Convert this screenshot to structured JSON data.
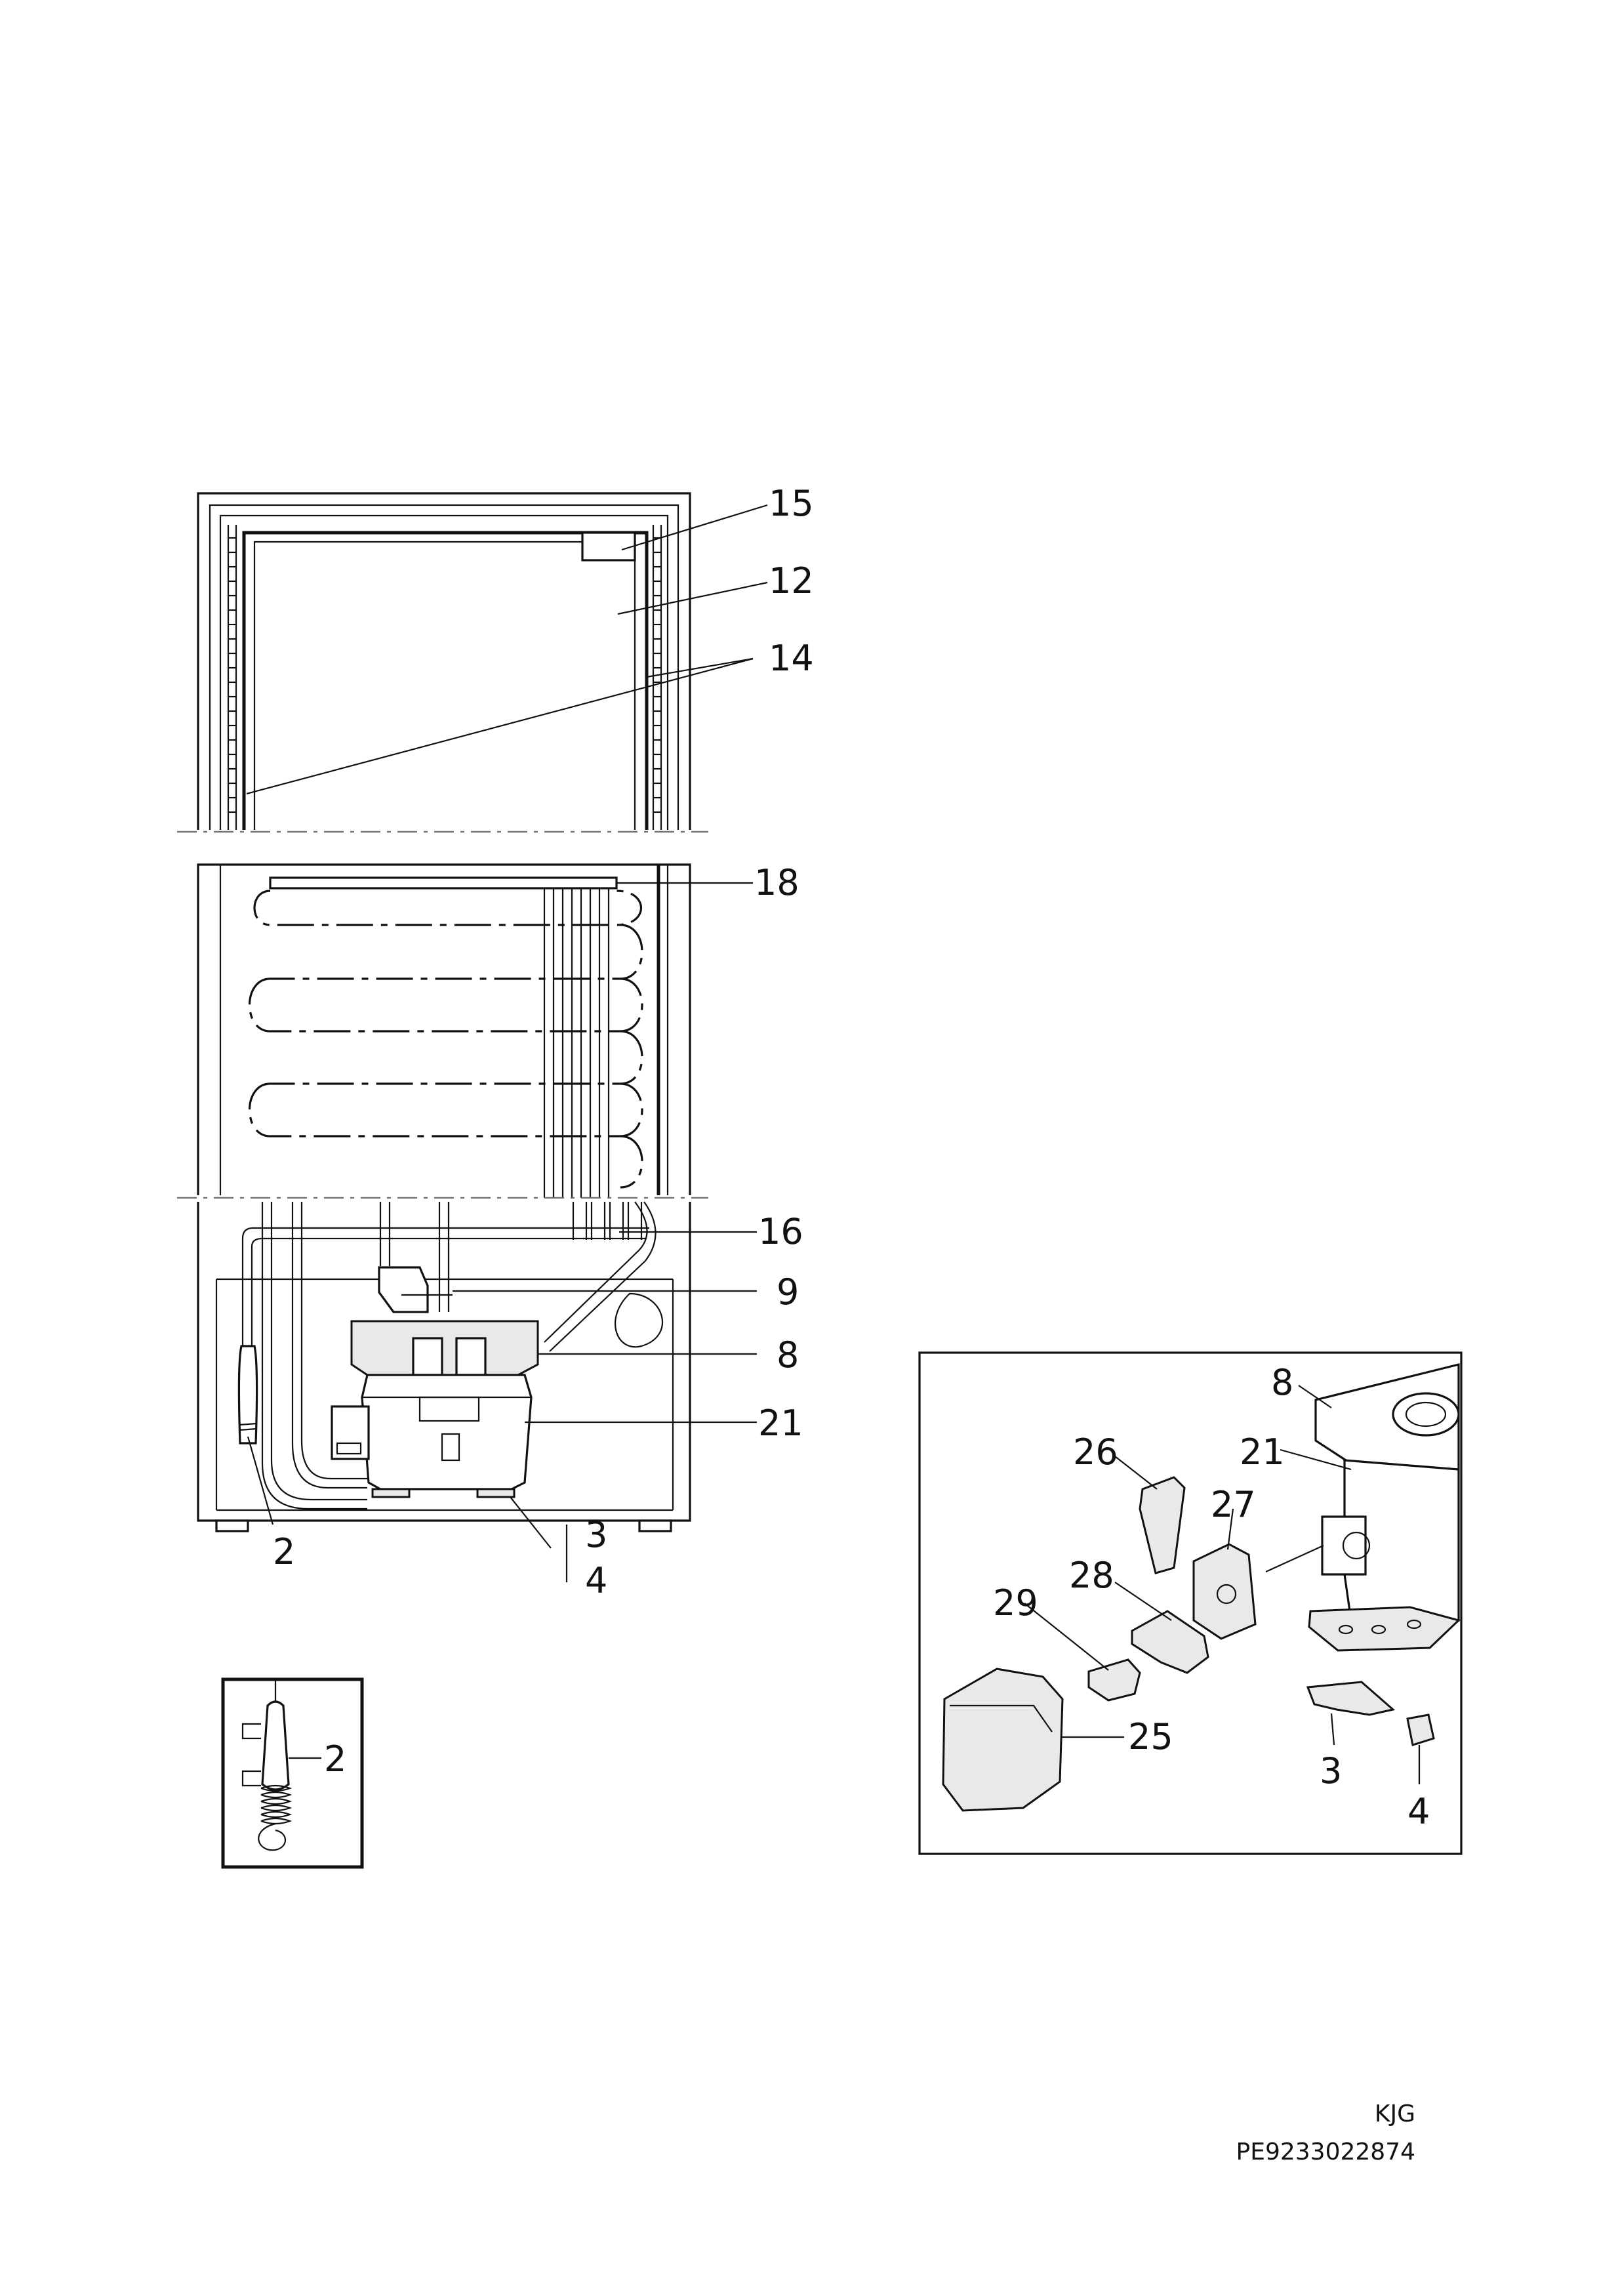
{
  "main_diagram": {
    "callouts": [
      "15",
      "12",
      "14",
      "18",
      "16",
      "9",
      "8",
      "21",
      "2",
      "3",
      "4"
    ]
  },
  "inset_clamp": {
    "callouts": [
      "2"
    ]
  },
  "inset_detail": {
    "callouts": [
      "8",
      "26",
      "21",
      "27",
      "28",
      "29",
      "25",
      "3",
      "4"
    ]
  },
  "footer": {
    "code_top": "KJG",
    "code_bottom": "PE9233022874"
  }
}
